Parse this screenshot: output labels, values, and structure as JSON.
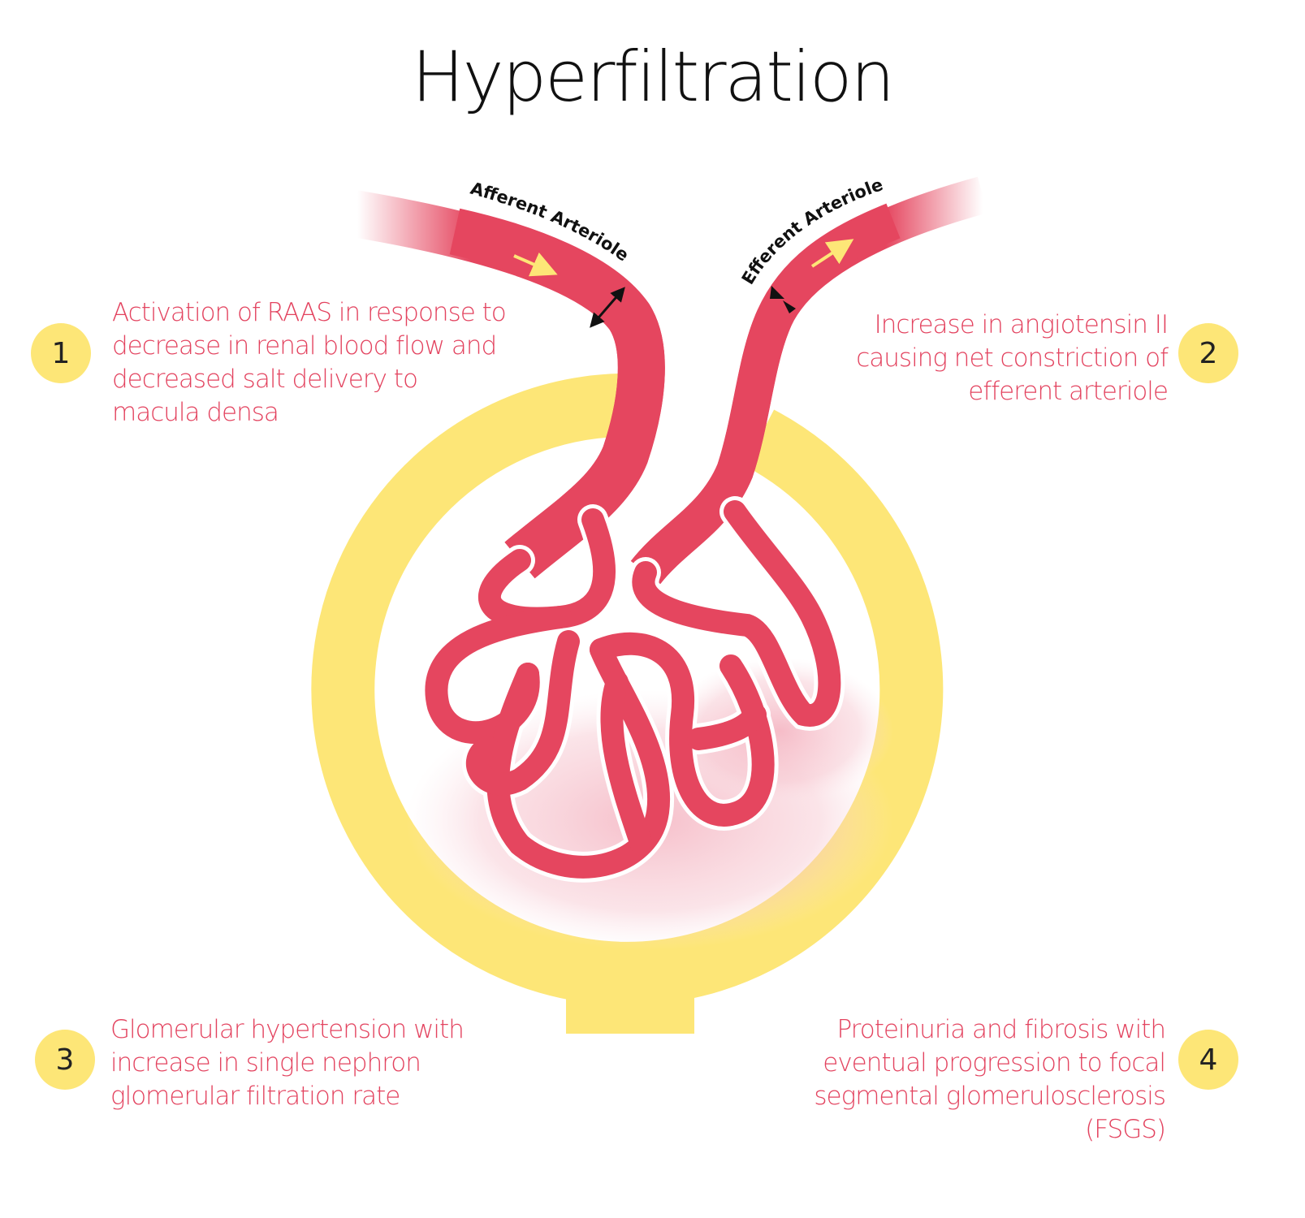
{
  "title": "Hyperfiltration",
  "labels": {
    "afferent": "Afferent Arteriole",
    "efferent": "Efferent Arteriole"
  },
  "steps": [
    {
      "number": "1",
      "text": "Activation of RAAS in response to decrease in renal blood flow and decreased salt delivery to macula densa"
    },
    {
      "number": "2",
      "text": "Increase in angiotensin II causing net constriction of efferent arteriole"
    },
    {
      "number": "3",
      "text": "Glomerular hypertension with increase in single nephron glomerular filtration rate"
    },
    {
      "number": "4",
      "text": "Proteinuria and fibrosis with eventual progression to focal segmental glomerulosclerosis (FSGS)"
    }
  ],
  "colors": {
    "vessel": "#e5465f",
    "capsule": "#fde677",
    "text": "#e3435f"
  }
}
